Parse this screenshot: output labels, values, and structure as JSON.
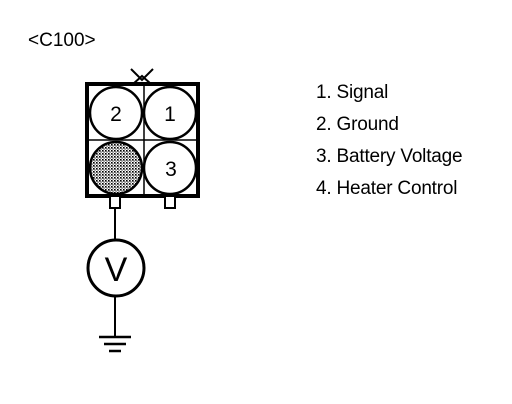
{
  "connector": {
    "id_label": "<C100>"
  },
  "pins": [
    {
      "label": "1"
    },
    {
      "label": "2"
    },
    {
      "label": "3"
    }
  ],
  "meter": {
    "label": "V"
  },
  "legend": [
    {
      "text": "1. Signal"
    },
    {
      "text": "2. Ground"
    },
    {
      "text": "3. Battery Voltage"
    },
    {
      "text": "4. Heater Control"
    }
  ],
  "colors": {
    "ink": "#000000",
    "background": "#ffffff",
    "probed_pin_fill": "#8c8c8c"
  },
  "icons": {
    "ground": "ground-symbol-icon",
    "key": "connector-key-icon"
  }
}
